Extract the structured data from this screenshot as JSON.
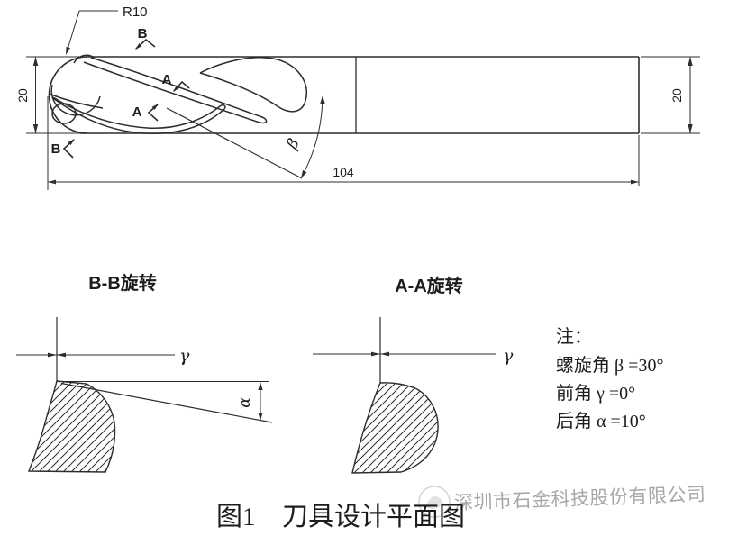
{
  "main_view": {
    "radius_callout": "R10",
    "diameter_left": "20",
    "diameter_right": "20",
    "overall_length": "104",
    "helix_angle_label": "β",
    "section_labels": {
      "b_upper": "B",
      "b_lower": "B",
      "a_upper": "A",
      "a_lower": "A"
    }
  },
  "section_views": {
    "bb": {
      "title": "B-B旋转",
      "rake_angle_label": "γ",
      "relief_angle_label": "α"
    },
    "aa": {
      "title": "A-A旋转",
      "rake_angle_label": "γ"
    }
  },
  "notes": {
    "heading": "注：",
    "lines": [
      "螺旋角 β =30°",
      "前角 γ =0°",
      "后角 α =10°"
    ]
  },
  "caption": {
    "figure_number": "图1",
    "figure_title": "刀具设计平面图"
  },
  "watermark": {
    "company_name": "深圳市石金科技股份有限公司"
  },
  "colors": {
    "line": "#2d2d2d",
    "watermark": "#8c8c8c",
    "background": "#ffffff"
  }
}
